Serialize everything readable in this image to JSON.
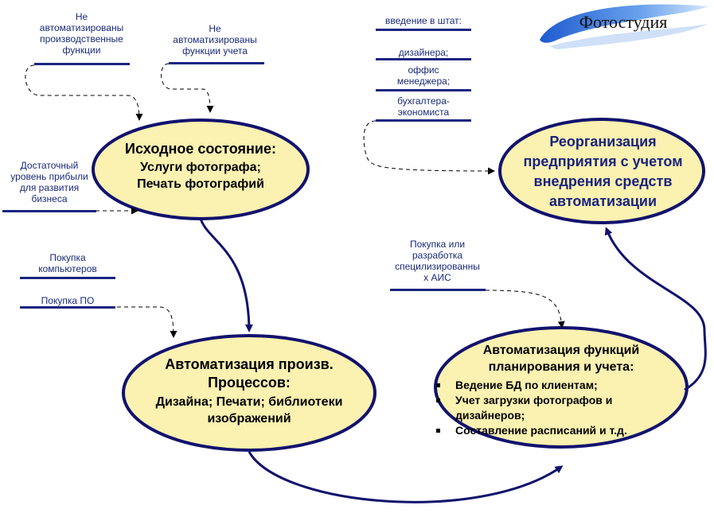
{
  "logo": {
    "text": "Фотостудия"
  },
  "nodes": {
    "initial": {
      "title": "Исходное состояние:",
      "body": "Услуги фотографа;\nПечать фотографий"
    },
    "automation_production": {
      "title": "Автоматизация произв.\nПроцессов:",
      "body": "Дизайна; Печати; библиотеки\nизображений"
    },
    "automation_planning": {
      "title": "Автоматизация функций\nпланирования и учета:",
      "items": [
        "Ведение БД по клиентам;",
        "Учет загрузки фотографов и дизайнеров;",
        "Составление расписаний и т.д."
      ]
    },
    "reorganization": {
      "title": "Реорганизация\nпредприятия с учетом\nвнедрения средств\nавтоматизации"
    }
  },
  "labels": {
    "not_automated_production": "Не\nавтоматизированы\nпроизводственные\nфункции",
    "not_automated_accounting": "Не\nавтоматизированы\nфункции учета",
    "sufficient_profit": "Достаточный\nуровень прибыли\nдля развития\nбизнеса",
    "buy_computers": "Покупка\nкомпьютеров",
    "buy_software": "Покупка ПО",
    "buy_ais": "Покупка или\nразработка\nспецилизированны\nх АИС",
    "staff_intro": "введение в штат:",
    "staff_designers": "дизайнера;",
    "staff_office": "оффис\nменеджера;",
    "staff_accountant": "бухгалтера-\nэкономиста"
  },
  "colors": {
    "node_fill": "#fbf1b0",
    "node_stroke": "#12126e",
    "arrow": "#12126e",
    "label_text": "#1a2a7a",
    "bar": "#1a2580",
    "logo_blue": "#2f6fd0"
  }
}
